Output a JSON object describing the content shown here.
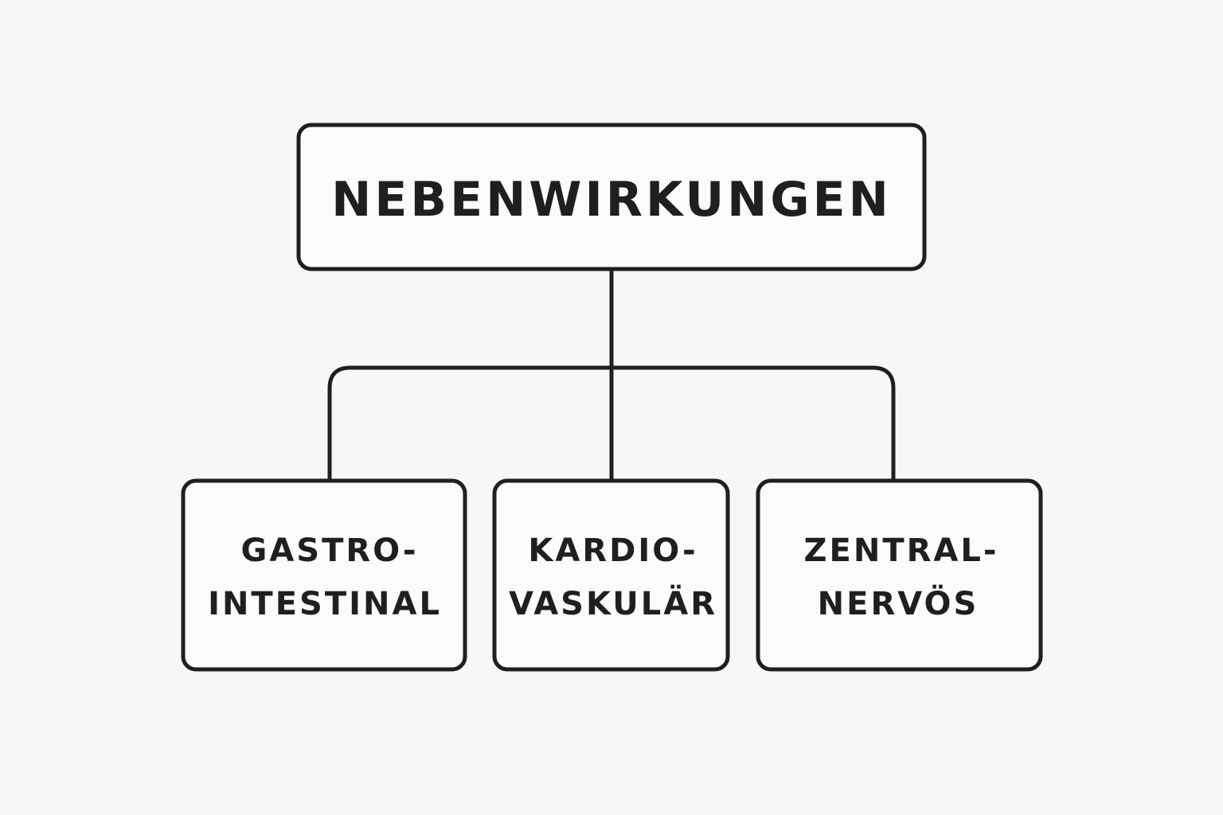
{
  "diagram": {
    "root": {
      "label": "NEBENWIRKUNGEN"
    },
    "children": [
      {
        "line1": "GASTRO-",
        "line2": "INTESTINAL"
      },
      {
        "line1": "KARDIO-",
        "line2": "VASKULÄR"
      },
      {
        "line1": "ZENTRAL-",
        "line2": "NERVÖS"
      }
    ]
  }
}
